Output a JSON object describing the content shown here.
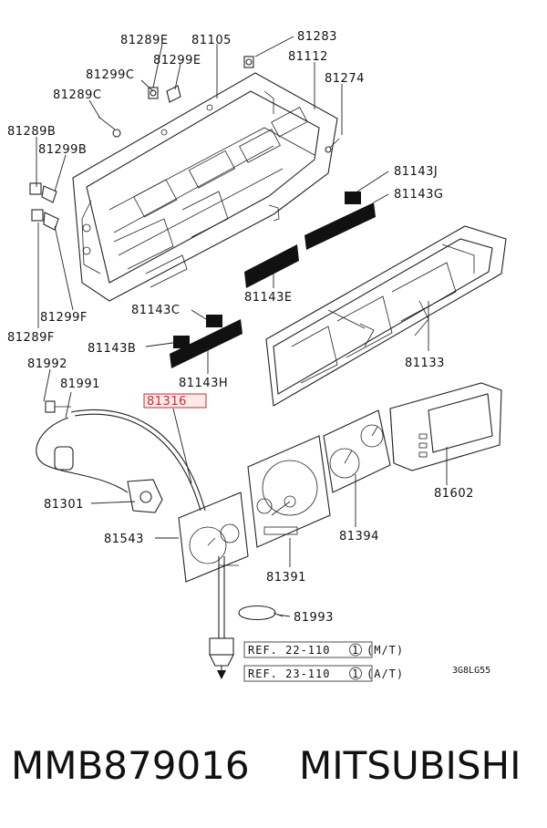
{
  "labels": {
    "l81289E": "81289E",
    "l81105": "81105",
    "l81283": "81283",
    "l81299C": "81299C",
    "l81299E": "81299E",
    "l81112": "81112",
    "l81289C": "81289C",
    "l81274": "81274",
    "l81289B": "81289B",
    "l81299B": "81299B",
    "l81143J": "81143J",
    "l81143G": "81143G",
    "l81143E": "81143E",
    "l81143C": "81143C",
    "l81299F": "81299F",
    "l81289F": "81289F",
    "l81143B": "81143B",
    "l81133": "81133",
    "l81143H": "81143H",
    "l81992": "81992",
    "l81991": "81991",
    "l81316": "81316",
    "l81602": "81602",
    "l81301": "81301",
    "l81394": "81394",
    "l81543": "81543",
    "l81391": "81391",
    "l81993": "81993"
  },
  "references": {
    "ref1": "REF. 22-110",
    "ref1_circle": "1",
    "ref1_suffix": "(M/T)",
    "ref2": "REF. 23-110",
    "ref2_circle": "1",
    "ref2_suffix": "(A/T)"
  },
  "diagram_code": "3G8LG55",
  "footer": {
    "part_number": "MMB879016",
    "brand": "MITSUBISHI"
  },
  "colors": {
    "highlight": "#c23030",
    "ink": "#111111"
  }
}
